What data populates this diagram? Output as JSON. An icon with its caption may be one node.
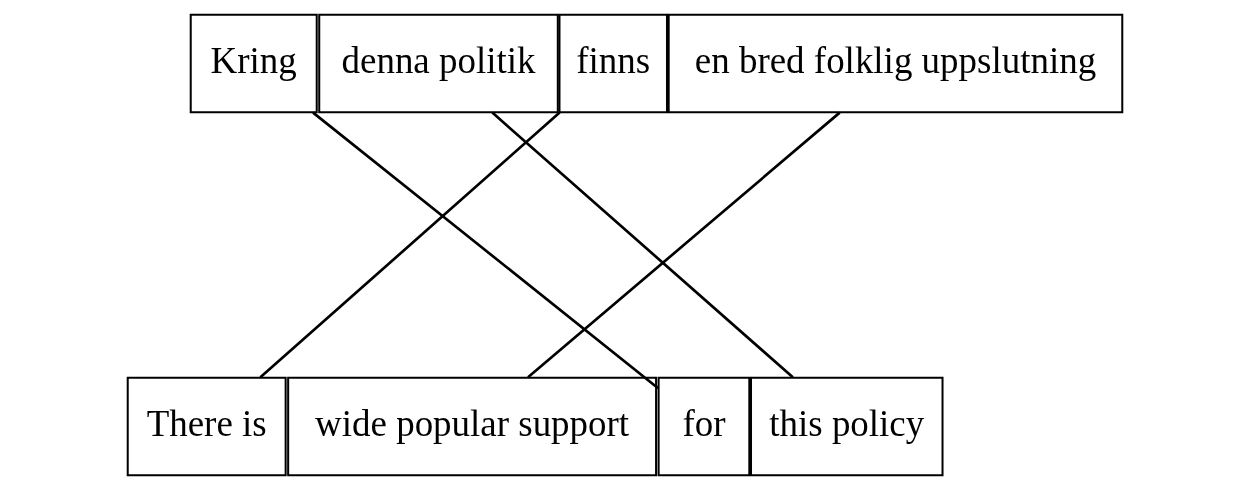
{
  "diagram": {
    "nodes": [
      {
        "text": [
          "Kring"
        ]
      },
      {
        "text": [
          "denna politik"
        ]
      },
      {
        "text": [
          "finns"
        ]
      },
      {
        "text": [
          "en bred folklig uppslutning"
        ]
      },
      {
        "text": [
          "There is"
        ]
      },
      {
        "text": [
          "wide popular support"
        ]
      },
      {
        "text": [
          "for"
        ]
      },
      {
        "text": [
          "this policy"
        ]
      }
    ],
    "edges": [
      {
        "from": 0,
        "to": 6,
        "arrow": "none"
      },
      {
        "from": 1,
        "to": 7,
        "arrow": "none"
      },
      {
        "from": 2,
        "to": 4,
        "arrow": "none"
      },
      {
        "from": 3,
        "to": 5,
        "arrow": "none"
      }
    ]
  }
}
